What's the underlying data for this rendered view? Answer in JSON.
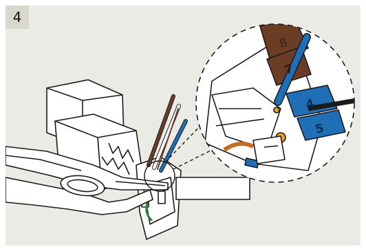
{
  "step": {
    "number": "4"
  },
  "labels": {
    "pin_a": "8",
    "pin_b": "7",
    "pin_c": "4",
    "pin_d": "5"
  },
  "colors": {
    "panel": "#ebebe6",
    "badge": "#d9d8cf",
    "brown_wire": "#6b3d25",
    "blue_wire": "#1f6fb6",
    "green_wire": "#2f7d3a",
    "orange_dot": "#e8a020",
    "outline": "#1a1a1a"
  }
}
